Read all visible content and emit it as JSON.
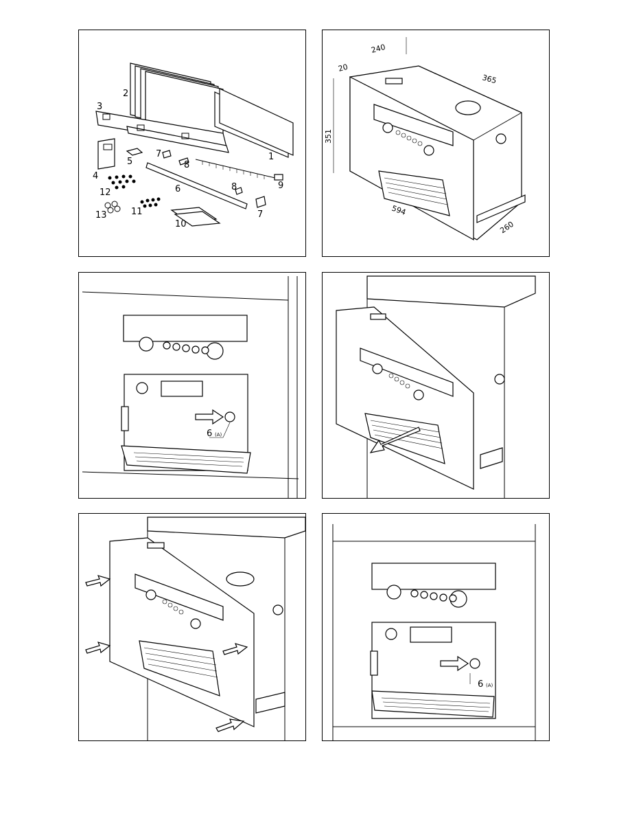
{
  "panels": {
    "p1": {
      "labels": {
        "l1": "1",
        "l2": "2",
        "l3": "3",
        "l4": "4",
        "l5": "5",
        "l6": "6",
        "l7a": "7",
        "l7b": "7",
        "l8a": "8",
        "l8b": "8",
        "l9": "9",
        "l10": "10",
        "l11": "11",
        "l12": "12",
        "l13": "13"
      }
    },
    "p2": {
      "dimensions": {
        "d240": "240",
        "d20": "20",
        "d365": "365",
        "d351": "351",
        "d594": "594",
        "d260": "260"
      }
    },
    "p3": {
      "callout": "6",
      "callout_sub": "(A)"
    },
    "p6": {
      "callout": "6",
      "callout_sub": "(A)"
    }
  },
  "icons": [
    "parts-diagram",
    "machine-dimensions-drawing",
    "installed-machine-drawing",
    "drawer-pull-out-drawing",
    "push-in-arrows-drawing",
    "installed-machine-detail-drawing"
  ]
}
